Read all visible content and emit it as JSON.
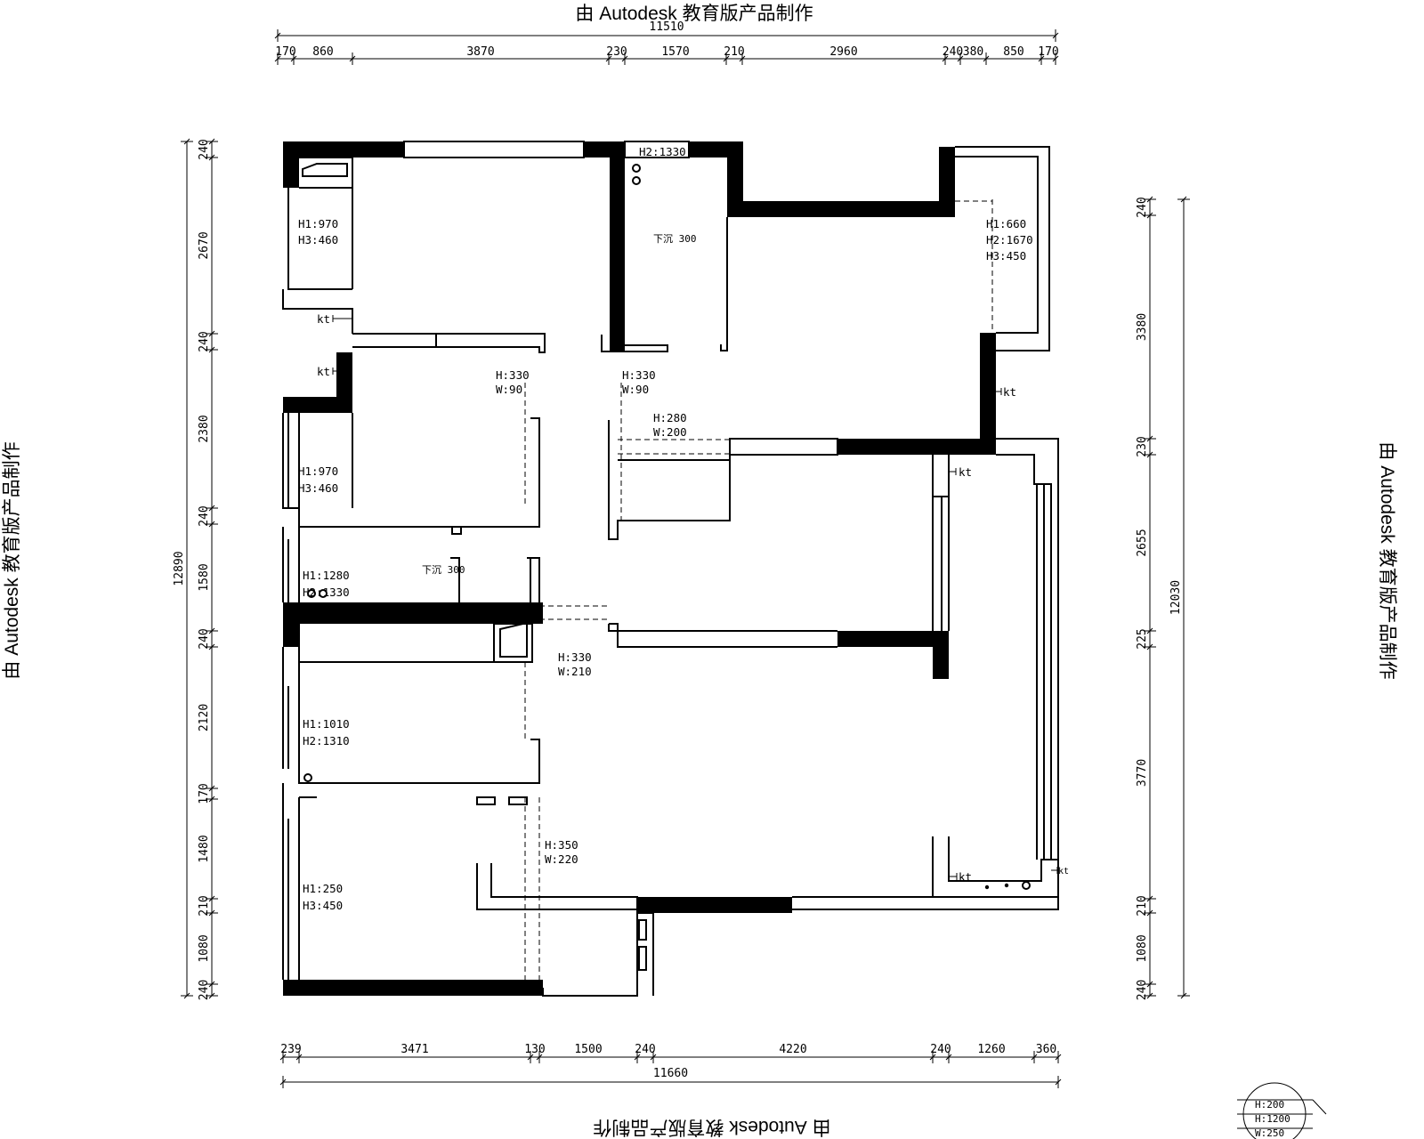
{
  "watermark": "由 Autodesk 教育版产品制作",
  "top_dims": {
    "total": "11510",
    "segments": [
      "170",
      "860",
      "3870",
      "230",
      "1570",
      "210",
      "2960",
      "240",
      "380",
      "850",
      "170"
    ]
  },
  "bottom_dims": {
    "total": "11660",
    "segments": [
      "239",
      "3471",
      "130",
      "1500",
      "240",
      "4220",
      "240",
      "1260",
      "360"
    ]
  },
  "left_dims": {
    "total": "12890",
    "segments": [
      "240",
      "2670",
      "240",
      "2380",
      "240",
      "1580",
      "240",
      "2120",
      "170",
      "1480",
      "210",
      "1080",
      "240"
    ]
  },
  "right_dims": {
    "total": "12030",
    "segments": [
      "240",
      "3380",
      "230",
      "2655",
      "225",
      "3770",
      "210",
      "1080",
      "240"
    ]
  },
  "labels": {
    "w1_h1": "H1:970",
    "w1_h3": "H3:460",
    "w2_h1": "H1:970",
    "w2_h3": "H3:460",
    "w3_h1": "H1:1280",
    "w3_h2": "H2:1330",
    "w4_h1": "H1:1010",
    "w4_h2": "H2:1310",
    "w5_h1": "H1:250",
    "w5_h3": "H3:450",
    "top_h2": "H2:1330",
    "br_h1": "H1:660",
    "br_h2": "H2:1670",
    "br_h3": "H3:450",
    "beam1_h": "H:330",
    "beam1_w": "W:90",
    "beam2_h": "H:330",
    "beam2_w": "W:90",
    "beam3_h": "H:280",
    "beam3_w": "W:200",
    "beam4_h": "H:330",
    "beam4_w": "W:210",
    "beam5_h": "H:350",
    "beam5_w": "W:220",
    "drop1": "下沉 300",
    "drop2": "下沉 300",
    "kt": "kt",
    "stamp": [
      "H:200",
      "H:1200",
      "W:250"
    ]
  }
}
